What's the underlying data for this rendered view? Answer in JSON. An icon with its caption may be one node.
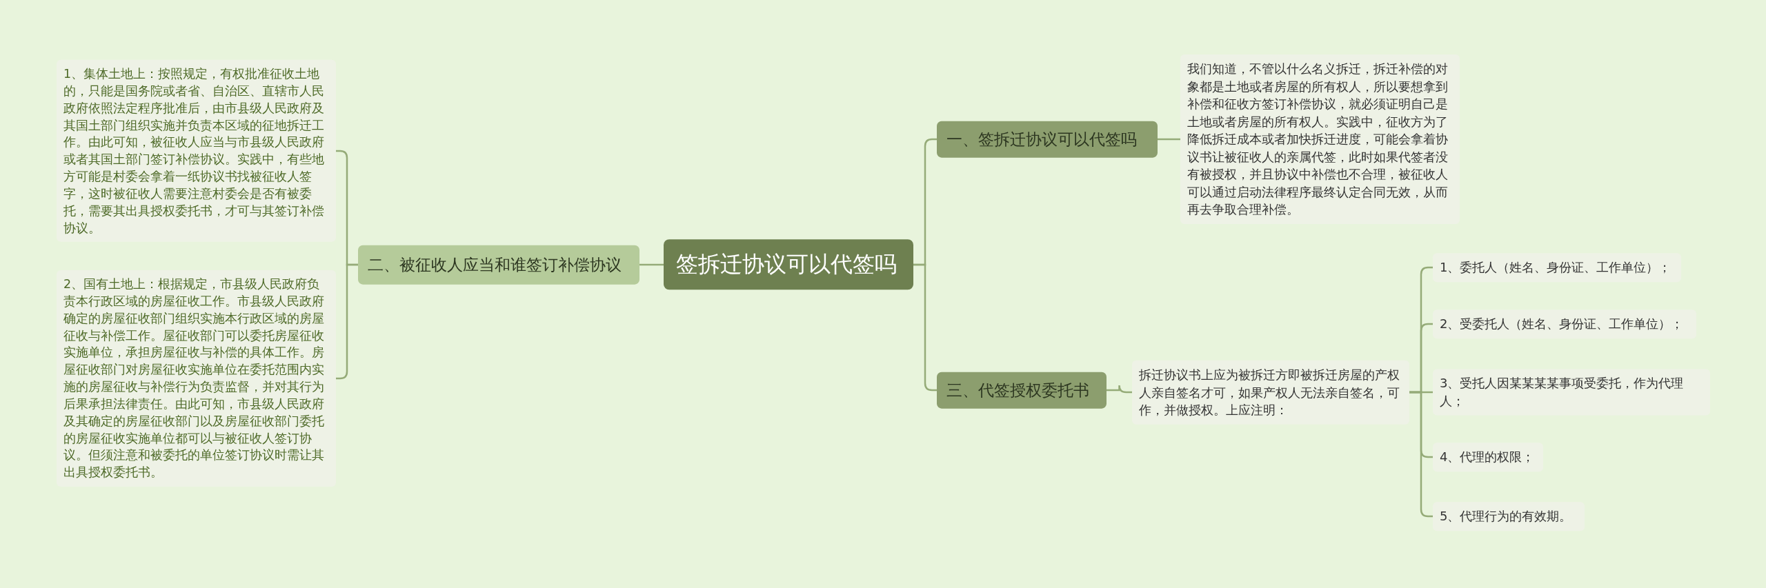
{
  "diagram": {
    "nodes": [
      {
        "text": [
          "签拆迁协议可以代签吗"
        ]
      },
      {
        "text": [
          "一、签拆迁协议可以代签吗"
        ]
      },
      {
        "text": [
          "我们知道，不管以什么名义拆迁，拆迁补偿的对象都是土地或者房屋的所有权人，所以要想拿到补偿和征收方签订补偿协议，就必须证明自己是土地或者房屋的所有权人。实践中，征收方为了降低拆迁成本或者加快拆迁进度，可能会拿着协议书让被征收人的亲属代签，此时如果代签者没有被授权，并且协议中补偿也不合理，被征收人可以通过启动法律程序最终认定合同无效，从而再去争取合理补偿。"
        ]
      },
      {
        "text": [
          "二、被征收人应当和谁签订补偿协议"
        ]
      },
      {
        "text": [
          "1、集体土地上：按照规定，有权批准征收土地的，只能是国务院或者省、自治区、直辖市人民政府依照法定程序批准后，由市县级人民政府及其国土部门组织实施并负责本区域的征地拆迁工作。由此可知，被征收人应当与市县级人民政府或者其国土部门签订补偿协议。实践中，有些地方可能是村委会拿着一纸协议书找被征收人签字，这时被征收人需要注意村委会是否有被委托，需要其出具授权委托书，才可与其签订补偿协议。"
        ]
      },
      {
        "text": [
          "2、国有土地上：根据规定，市县级人民政府负责本行政区域的房屋征收工作。市县级人民政府确定的房屋征收部门组织实施本行政区域的房屋征收与补偿工作。屋征收部门可以委托房屋征收实施单位，承担房屋征收与补偿的具体工作。房屋征收部门对房屋征收实施单位在委托范围内实施的房屋征收与补偿行为负责监督，并对其行为后果承担法律责任。由此可知，市县级人民政府及其确定的房屋征收部门以及房屋征收部门委托的房屋征收实施单位都可以与被征收人签订协议。但须注意和被委托的单位签订协议时需让其出具授权委托书。"
        ]
      },
      {
        "text": [
          "三、代签授权委托书"
        ]
      },
      {
        "text": [
          "拆迁协议书上应为被拆迁方即被拆迁房屋的产权人亲自签名才可，如果产权人无法亲自签名，可作，并做授权。上应注明："
        ]
      },
      {
        "text": [
          "1、委托人（姓名、身份证、工作单位）；"
        ]
      },
      {
        "text": [
          "2、受委托人（姓名、身份证、工作单位）；"
        ]
      },
      {
        "text": [
          "3、受托人因某某某某事项受委托，作为代理人；"
        ]
      },
      {
        "text": [
          "4、代理的权限；"
        ]
      },
      {
        "text": [
          "5、代理行为的有效期。"
        ]
      }
    ],
    "edges": [
      {
        "from": 0,
        "to": 1,
        "arrow": "none"
      },
      {
        "from": 1,
        "to": 2,
        "arrow": "none"
      },
      {
        "from": 0,
        "to": 3,
        "arrow": "none"
      },
      {
        "from": 3,
        "to": 4,
        "arrow": "none"
      },
      {
        "from": 3,
        "to": 5,
        "arrow": "none"
      },
      {
        "from": 0,
        "to": 6,
        "arrow": "none"
      },
      {
        "from": 6,
        "to": 7,
        "arrow": "none"
      },
      {
        "from": 7,
        "to": 8,
        "arrow": "none"
      },
      {
        "from": 7,
        "to": 9,
        "arrow": "none"
      },
      {
        "from": 7,
        "to": 10,
        "arrow": "none"
      },
      {
        "from": 7,
        "to": 11,
        "arrow": "none"
      },
      {
        "from": 7,
        "to": 12,
        "arrow": "none"
      }
    ]
  }
}
